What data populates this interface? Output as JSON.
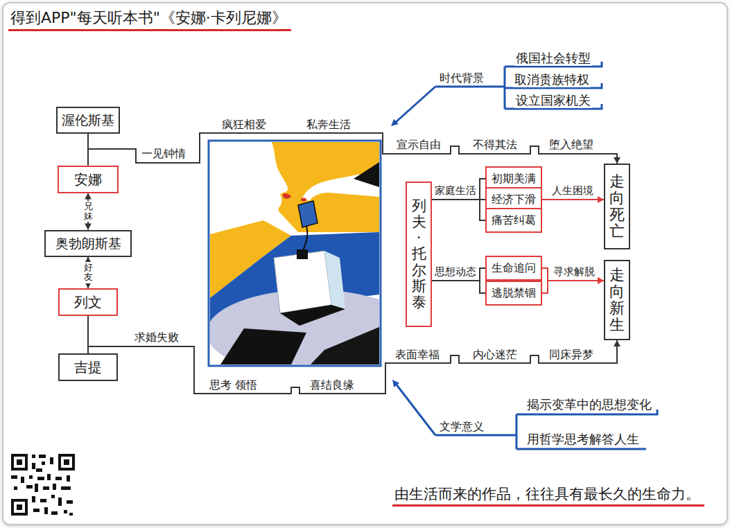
{
  "diagram": {
    "title": "得到APP\"每天听本书\"《安娜·卡列尼娜》",
    "caption": "由生活而来的作品，往往具有最长久的生命力。",
    "nodes": [
      {
        "text": [
          "渥伦斯基"
        ]
      },
      {
        "text": [
          "安娜"
        ]
      },
      {
        "text": [
          "奥勃朗斯基"
        ]
      },
      {
        "text": [
          "列文"
        ]
      },
      {
        "text": [
          "吉提"
        ]
      },
      {
        "text": [
          "列夫·托尔斯泰"
        ]
      },
      {
        "text": [
          "初期美满"
        ]
      },
      {
        "text": [
          "经济下滑"
        ]
      },
      {
        "text": [
          "痛苦纠葛"
        ]
      },
      {
        "text": [
          "生命追问"
        ]
      },
      {
        "text": [
          "逃脱禁锢"
        ]
      },
      {
        "text": [
          "走向死亡"
        ]
      },
      {
        "text": [
          "走向新生"
        ]
      }
    ],
    "edges": [
      {
        "from": 0,
        "to": 1,
        "arrow": "none"
      },
      {
        "from": 1,
        "to": 2,
        "label": "兄妹",
        "arrow": "both"
      },
      {
        "from": 2,
        "to": 3,
        "label": "好友",
        "arrow": "both"
      },
      {
        "from": 3,
        "to": 4,
        "arrow": "none"
      },
      {
        "from": 1,
        "to": 11,
        "label": "一见钟情",
        "arrow": "to"
      },
      {
        "from": 3,
        "to": 12,
        "label": "求婚失败",
        "arrow": "to"
      },
      {
        "from": 5,
        "to": 6,
        "label": "家庭生活",
        "arrow": "none"
      },
      {
        "from": 5,
        "to": 7,
        "arrow": "none"
      },
      {
        "from": 5,
        "to": 8,
        "arrow": "none"
      },
      {
        "from": 7,
        "to": 11,
        "label": "人生困境",
        "arrow": "to"
      },
      {
        "from": 5,
        "to": 9,
        "label": "思想动态",
        "arrow": "none"
      },
      {
        "from": 5,
        "to": 10,
        "arrow": "none"
      },
      {
        "from": 9,
        "to": 12,
        "label": "寻求解脱",
        "arrow": "to"
      },
      {
        "from": 10,
        "to": 12,
        "arrow": "to"
      }
    ],
    "labels": [
      "疯狂相爱",
      "私奔生活",
      "宣示自由",
      "不得其法",
      "堕入绝望",
      "思考 领悟",
      "喜结良缘",
      "表面幸福",
      "内心迷茫",
      "同床异梦",
      "时代背景",
      "俄国社会转型",
      "取消贵族特权",
      "设立国家机关",
      "文学意义",
      "揭示变革中的思想变化",
      "用哲学思考解答人生"
    ]
  }
}
